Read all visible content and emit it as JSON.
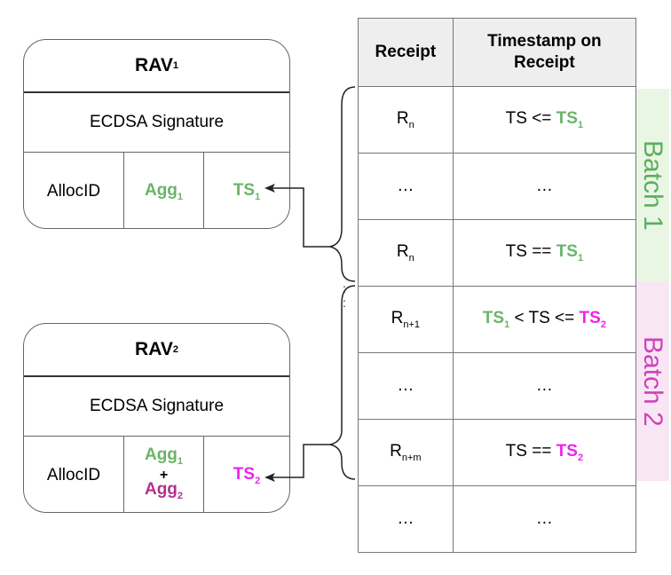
{
  "rav1": {
    "title": "RAV",
    "title_sub": "1",
    "signature": "ECDSA Signature",
    "alloc": "AllocID",
    "agg": "Agg",
    "agg_sub": "1",
    "ts": "TS",
    "ts_sub": "1"
  },
  "rav2": {
    "title": "RAV",
    "title_sub": "2",
    "signature": "ECDSA Signature",
    "alloc": "AllocID",
    "agg1": "Agg",
    "agg1_sub": "1",
    "plus": "+",
    "agg2": "Agg",
    "agg2_sub": "2",
    "ts": "TS",
    "ts_sub": "2"
  },
  "table": {
    "header_receipt": "Receipt",
    "header_timestamp_line1": "Timestamp on",
    "header_timestamp_line2": "Receipt",
    "rows": [
      {
        "receipt": "R",
        "receipt_sub": "n",
        "ts_prefix": "TS <= ",
        "ts_mark": "TS",
        "ts_sub": "1"
      },
      {
        "receipt": "…",
        "ts": "…"
      },
      {
        "receipt": "R",
        "receipt_sub": "n",
        "ts_prefix": "TS == ",
        "ts_mark": "TS",
        "ts_sub": "1"
      },
      {
        "receipt": "R",
        "receipt_sub": "n+1",
        "ts_lead": "TS",
        "ts_lead_sub": "1",
        "ts_mid": " < TS <= ",
        "ts_mark": "TS",
        "ts_sub": "2"
      },
      {
        "receipt": "…",
        "ts": "…"
      },
      {
        "receipt": "R",
        "receipt_sub": "n+m",
        "ts_prefix": "TS == ",
        "ts_mark": "TS",
        "ts_sub": "2"
      },
      {
        "receipt": "…",
        "ts": "…"
      }
    ]
  },
  "batches": [
    {
      "label": "Batch 1",
      "color": "#5daf5d"
    },
    {
      "label": "Batch 2",
      "color": "#cc44b8"
    }
  ],
  "colors": {
    "green": "#6ab46a",
    "magenta": "#ee22ee",
    "purple": "#b5318f"
  },
  "separator": ":"
}
